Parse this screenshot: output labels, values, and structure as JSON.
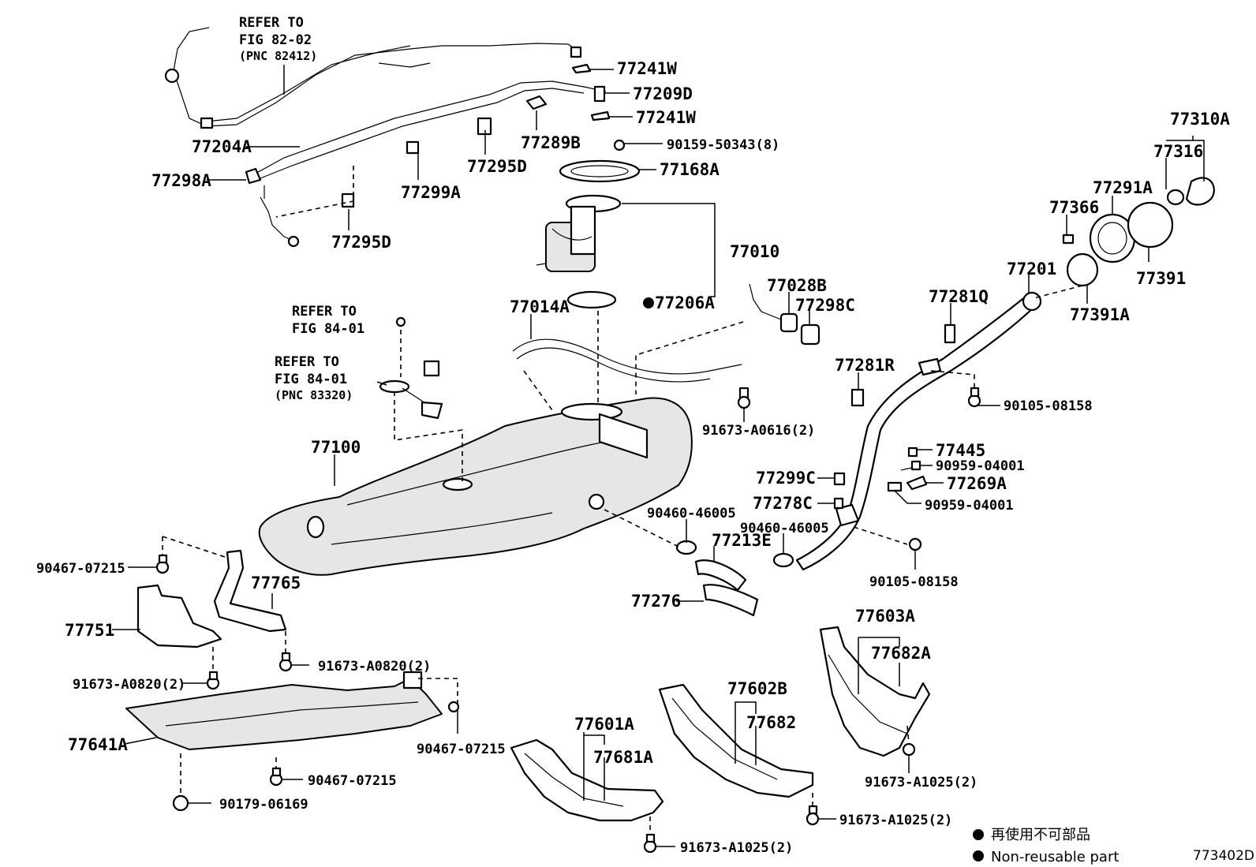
{
  "refs": {
    "r1_l1": "REFER TO",
    "r1_l2": "FIG 82-02",
    "r1_l3": "(PNC 82412)",
    "r2_l1": "REFER TO",
    "r2_l2": "FIG 84-01",
    "r3_l1": "REFER TO",
    "r3_l2": "FIG 84-01",
    "r3_l3": "(PNC 83320)"
  },
  "parts": {
    "p77241W_a": "77241W",
    "p77209D": "77209D",
    "p77241W_b": "77241W",
    "p77204A": "77204A",
    "p77289B": "77289B",
    "p90159": "90159-50343(8)",
    "p77298A": "77298A",
    "p77299A": "77299A",
    "p77295D_a": "77295D",
    "p77168A": "77168A",
    "p77295D_b": "77295D",
    "p77010": "77010",
    "p77206A": "77206A",
    "p77310A": "77310A",
    "p77316": "77316",
    "p77291A": "77291A",
    "p77366": "77366",
    "p77391": "77391",
    "p77201": "77201",
    "p77391A": "77391A",
    "p77028B": "77028B",
    "p77298C": "77298C",
    "p77281Q": "77281Q",
    "p77014A": "77014A",
    "p77281R": "77281R",
    "p90105_a": "90105-08158",
    "p91673_A0616": "91673-A0616(2)",
    "p77100": "77100",
    "p77445": "77445",
    "p90959_a": "90959-04001",
    "p77299C": "77299C",
    "p77269A": "77269A",
    "p77278C": "77278C",
    "p90959_b": "90959-04001",
    "p90460_a": "90460-46005",
    "p90460_b": "90460-46005",
    "p77213E": "77213E",
    "p90105_b": "90105-08158",
    "p90467_a": "90467-07215",
    "p77765": "77765",
    "p77276": "77276",
    "p77751": "77751",
    "p77603A": "77603A",
    "p91673_A0820_a": "91673-A0820(2)",
    "p77682A": "77682A",
    "p91673_A0820_b": "91673-A0820(2)",
    "p77602B": "77602B",
    "p77682": "77682",
    "p77641A": "77641A",
    "p90467_b": "90467-07215",
    "p77601A": "77601A",
    "p77681A": "77681A",
    "p90467_c": "90467-07215",
    "p91673_A1025_a": "91673-A1025(2)",
    "p90179": "90179-06169",
    "p91673_A1025_b": "91673-A1025(2)",
    "p91673_A1025_c": "91673-A1025(2)"
  },
  "legend": {
    "line1": "再使用不可部品",
    "line2": "Non-reusable part"
  },
  "figure_id": "773402D"
}
